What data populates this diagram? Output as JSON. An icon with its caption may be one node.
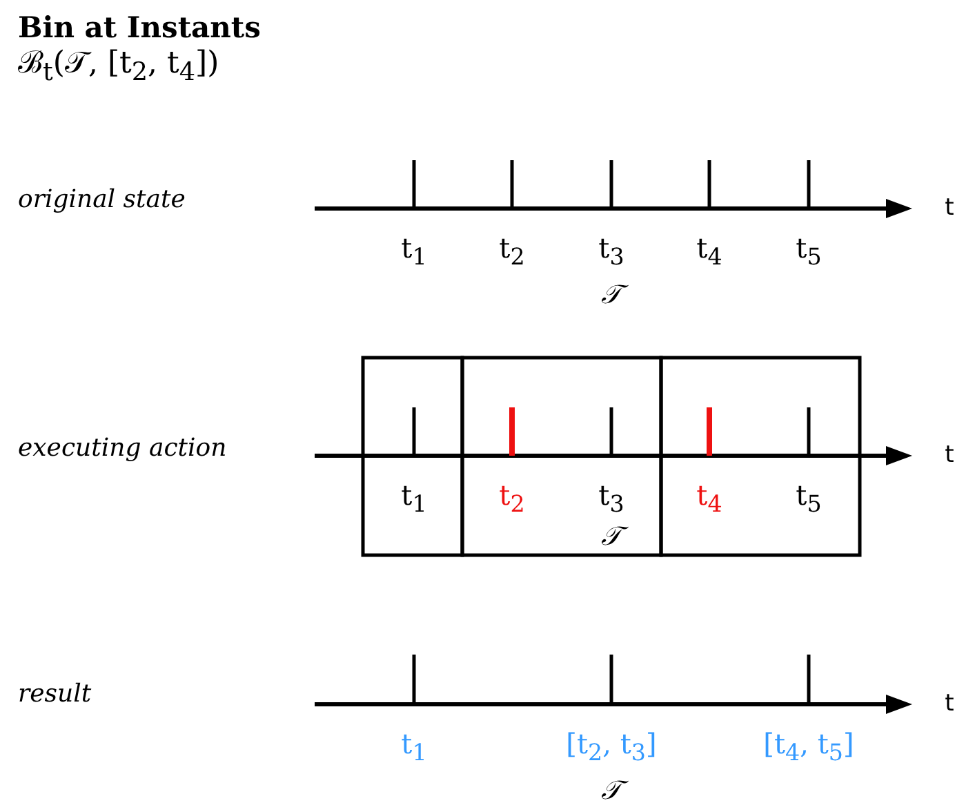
{
  "diagram": {
    "title": "Bin at Instants",
    "labels": [
      "ℬ$_{t}$(𝒯, [t$_{2}$, t$_{4}$])",
      "original state",
      "t",
      "t$_{1}$",
      "t$_{2}$",
      "t$_{3}$",
      "t$_{4}$",
      "t$_{5}$",
      "𝒯",
      "executing action",
      "t",
      "t$_{1}$",
      "t$_{2}$",
      "t$_{3}$",
      "t$_{4}$",
      "t$_{5}$",
      "𝒯",
      "result",
      "t",
      "t$_{1}$",
      "[t$_{2}$, t$_{3}$]",
      "[t$_{4}$, t$_{5}$]",
      "𝒯"
    ]
  }
}
